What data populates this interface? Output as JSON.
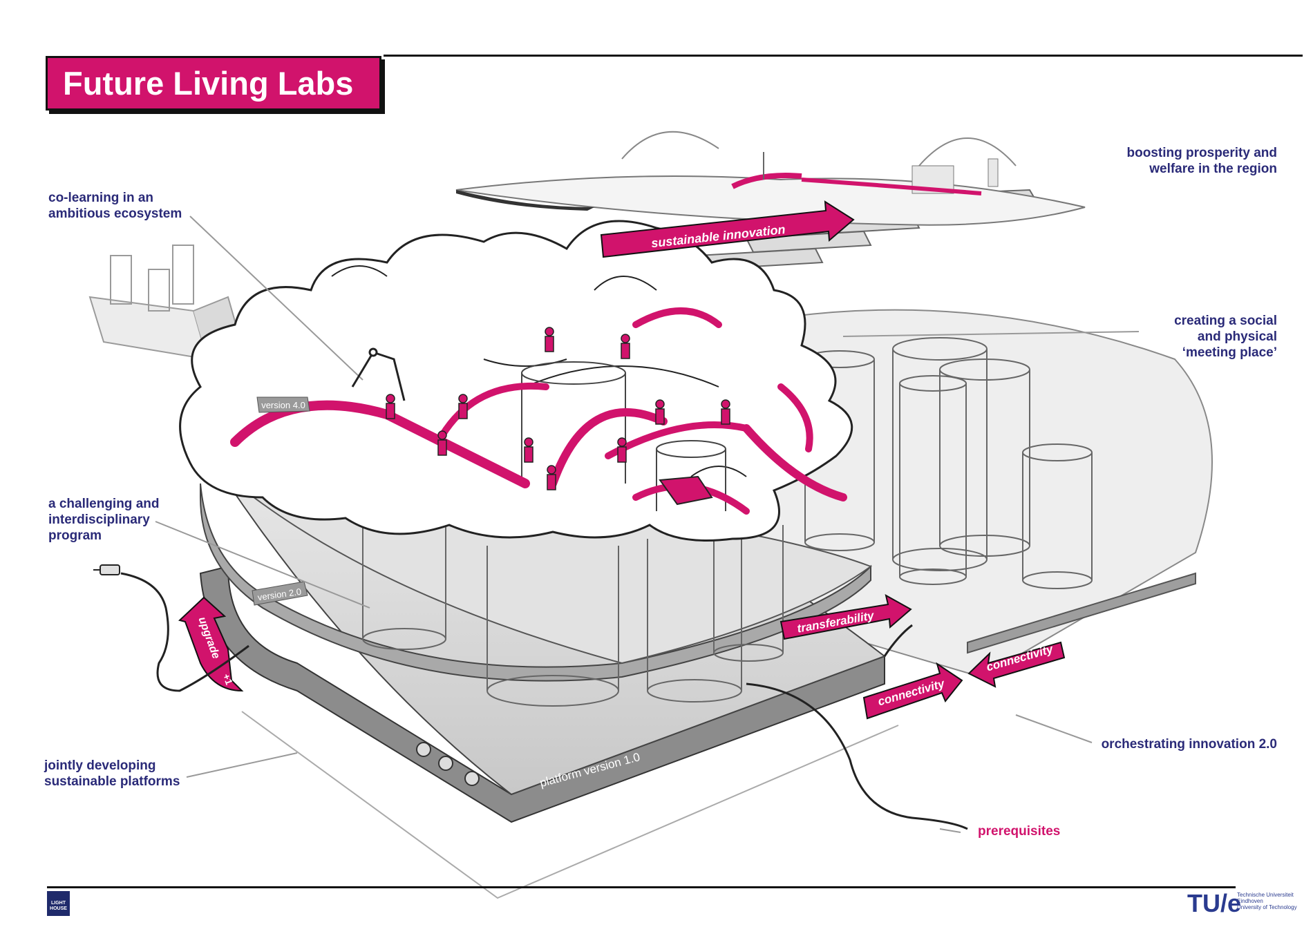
{
  "title": "Future Living Labs",
  "labels": {
    "co_learning": [
      "co-learning in an",
      "ambitious ecosystem"
    ],
    "challenging": [
      "a challenging and",
      "interdisciplinary",
      "program"
    ],
    "jointly": [
      "jointly developing",
      "sustainable platforms"
    ],
    "boosting": [
      "boosting prosperity and",
      "welfare in the region"
    ],
    "meeting": [
      "creating a social",
      "and physical",
      "‘meeting place’"
    ],
    "orchestrating": "orchestrating innovation 2.0",
    "prerequisites": "prerequisites"
  },
  "arrows": {
    "sustainable": "sustainable innovation",
    "transferability": "transferability",
    "connectivity_1": "connectivity",
    "connectivity_2": "connectivity",
    "upgrade": "upgrade",
    "plus_one": "+1"
  },
  "platform_tags": {
    "v4": "version 4.0",
    "v2": "version 2.0",
    "v1": "platform version 1.0"
  },
  "logos": {
    "lighthouse": "LIGHT HOUSE",
    "tue": "TU/e",
    "tue_lines": [
      "Technische Universiteit",
      "Eindhoven",
      "University of Technology"
    ]
  },
  "colors": {
    "accent": "#d1136c",
    "label_text": "#2a2a78",
    "ink": "#111111"
  }
}
